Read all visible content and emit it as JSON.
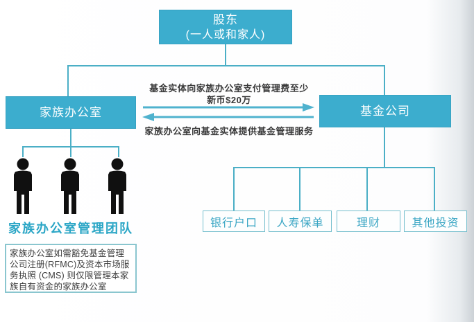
{
  "diagram": {
    "top_box": {
      "line1": "股东",
      "line2": "(一人或和家人)"
    },
    "left_box": {
      "label": "家族办公室"
    },
    "right_box": {
      "label": "基金公司"
    },
    "exchange": {
      "fee_line1": "基金实体向家族办公室支付管理费至少",
      "fee_line2": "新币$20万",
      "service_label": "家族办公室向基金实体提供基金管理服务"
    },
    "team": {
      "label": "家族办公室管理团队",
      "member_count": "3"
    },
    "note": {
      "text": "家族办公室如需豁免基金管理公司注册(RFMC)及资本市场服务执照 (CMS) 则仅限管理本家族自有资金的家族办公室"
    },
    "investments": [
      {
        "label": "银行户口"
      },
      {
        "label": "人寿保单"
      },
      {
        "label": "理财"
      },
      {
        "label": "其他投资"
      }
    ],
    "colors": {
      "box_fill": "#3cadce",
      "connector": "#4bafc6",
      "outline_text": "#3ba6c4",
      "team_text": "#2ba6c6",
      "note_text": "#3d3d3d",
      "person_silhouette": "#101010"
    }
  }
}
